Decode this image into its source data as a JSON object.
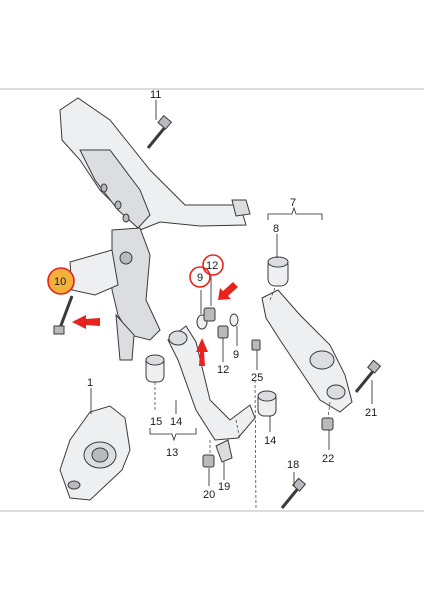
{
  "labels": {
    "l1": "1",
    "l7": "7",
    "l8": "8",
    "l9a": "9",
    "l9b": "9",
    "l10": "10",
    "l11": "11",
    "l12a": "12",
    "l12b": "12",
    "l13": "13",
    "l14a": "14",
    "l14b": "14",
    "l15": "15",
    "l18": "18",
    "l19": "19",
    "l20": "20",
    "l21": "21",
    "l22": "22",
    "l25": "25"
  },
  "colors": {
    "highlight_ring": "#e8231d",
    "highlight_fill": "#f2b13a",
    "arrow": "#e8231d"
  }
}
